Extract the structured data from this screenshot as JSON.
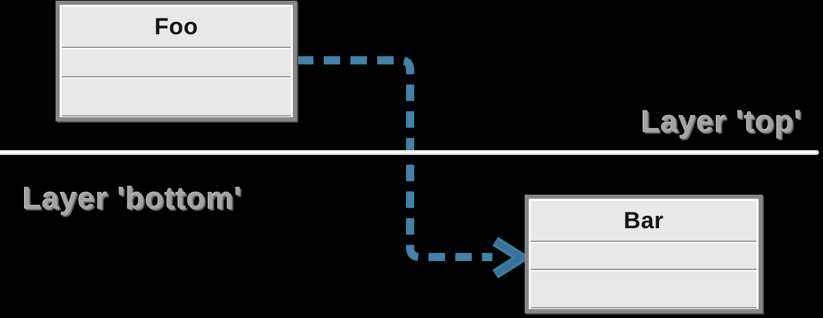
{
  "diagram": {
    "background_color": "#000000",
    "boxes": [
      {
        "id": "foo",
        "title": "Foo",
        "empty_rows": 2
      },
      {
        "id": "bar",
        "title": "Bar",
        "empty_rows": 2
      }
    ],
    "layers": {
      "top": {
        "label": "Layer 'top'"
      },
      "bottom": {
        "label": "Layer 'bottom'"
      }
    },
    "connector": {
      "style": "dashed",
      "from": "Foo",
      "to": "Bar",
      "body_color": "#4a7db3",
      "edge_color": "#2e8b97",
      "arrow_color": "#3d6fa5"
    },
    "colors": {
      "box_fill": "#e8e8e8",
      "box_border": "#878787",
      "box_separator": "#ffffff",
      "divider_line": "#f0f0f0",
      "label_gray": "#a3a3a3",
      "title_text": "#141414"
    }
  }
}
